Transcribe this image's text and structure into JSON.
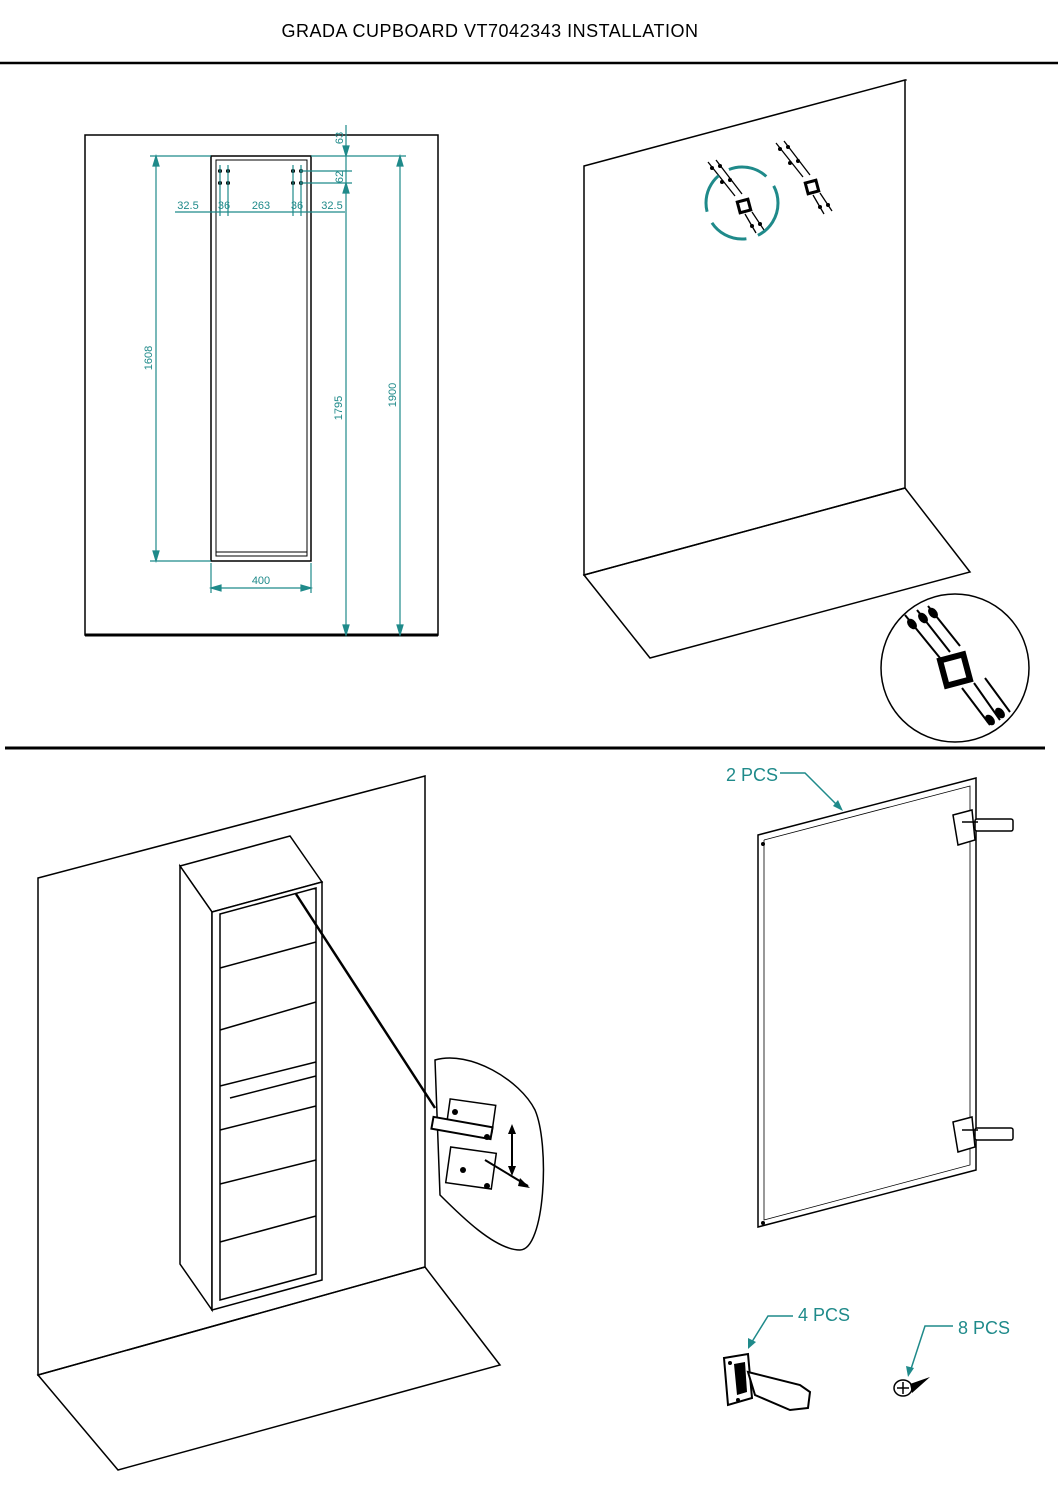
{
  "title": "GRADA CUPBOARD VT7042343 INSTALLATION",
  "colors": {
    "accent": "#1f8a8a",
    "line": "#000000",
    "background": "#ffffff"
  },
  "dimensions": {
    "top_gap": "63",
    "fixing_height": "62",
    "left_margin": "32.5",
    "left_fix": "36",
    "between_fix": "263",
    "right_fix": "36",
    "right_margin": "32.5",
    "cabinet_height": "1608",
    "mount_height": "1795",
    "total_height": "1900",
    "cabinet_width": "400"
  },
  "callouts": {
    "doors": "2 PCS",
    "hinges": "4 PCS",
    "screws": "8 PCS"
  }
}
